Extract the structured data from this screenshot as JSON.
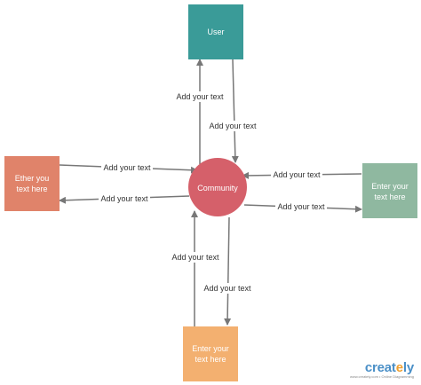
{
  "colors": {
    "user": "#3a9b98",
    "community": "#d5606a",
    "left": "#e0836a",
    "right": "#8fb8a0",
    "bottom": "#f3b070",
    "arrow": "#777777",
    "accent": "#4a8fc7"
  },
  "nodes": {
    "user": "User",
    "community": "Community",
    "left": [
      "Ether you",
      "text here"
    ],
    "right": [
      "Enter your",
      "text here"
    ],
    "bottom": [
      "Enter your",
      "text here"
    ]
  },
  "edges": {
    "community_to_user": "Add your text",
    "user_to_community": "Add your text",
    "left_to_community": "Add your text",
    "community_to_left": "Add your text",
    "right_to_community": "Add your text",
    "community_to_right": "Add your text",
    "bottom_to_community": "Add your text",
    "community_to_bottom": "Add your text"
  },
  "brand": {
    "logo_prefix": "creat",
    "logo_accent": "e",
    "logo_suffix": "ly",
    "tagline": "www.creately.com • Online Diagramming"
  }
}
